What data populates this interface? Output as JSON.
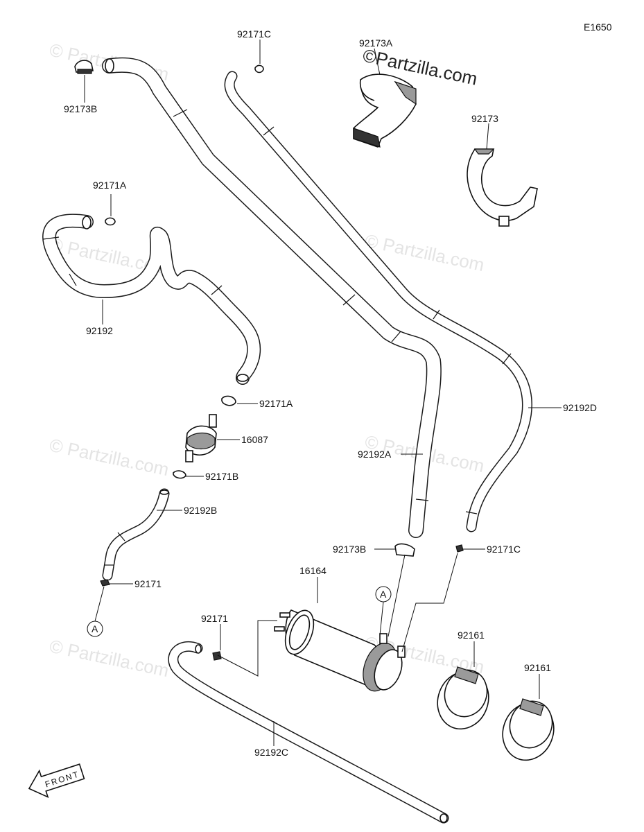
{
  "diagram_code": "E1650",
  "watermark_main": "©Partzilla.com",
  "watermark_faint": "© Partzilla.com",
  "front_label": "FRONT",
  "ref_marker": "A",
  "labels": {
    "p92171C_top": "92171C",
    "p92173B_top": "92173B",
    "p92173A": "92173A",
    "p92173": "92173",
    "p92171A_top": "92171A",
    "p92192": "92192",
    "p92171A_mid": "92171A",
    "p16087": "16087",
    "p92171B": "92171B",
    "p92192B": "92192B",
    "p92171_left": "92171",
    "p92192A": "92192A",
    "p92192D": "92192D",
    "p92173B_mid": "92173B",
    "p92171C_mid": "92171C",
    "p16164": "16164",
    "p92171_canister": "92171",
    "p92161_a": "92161",
    "p92161_b": "92161",
    "p92192C": "92192C"
  }
}
